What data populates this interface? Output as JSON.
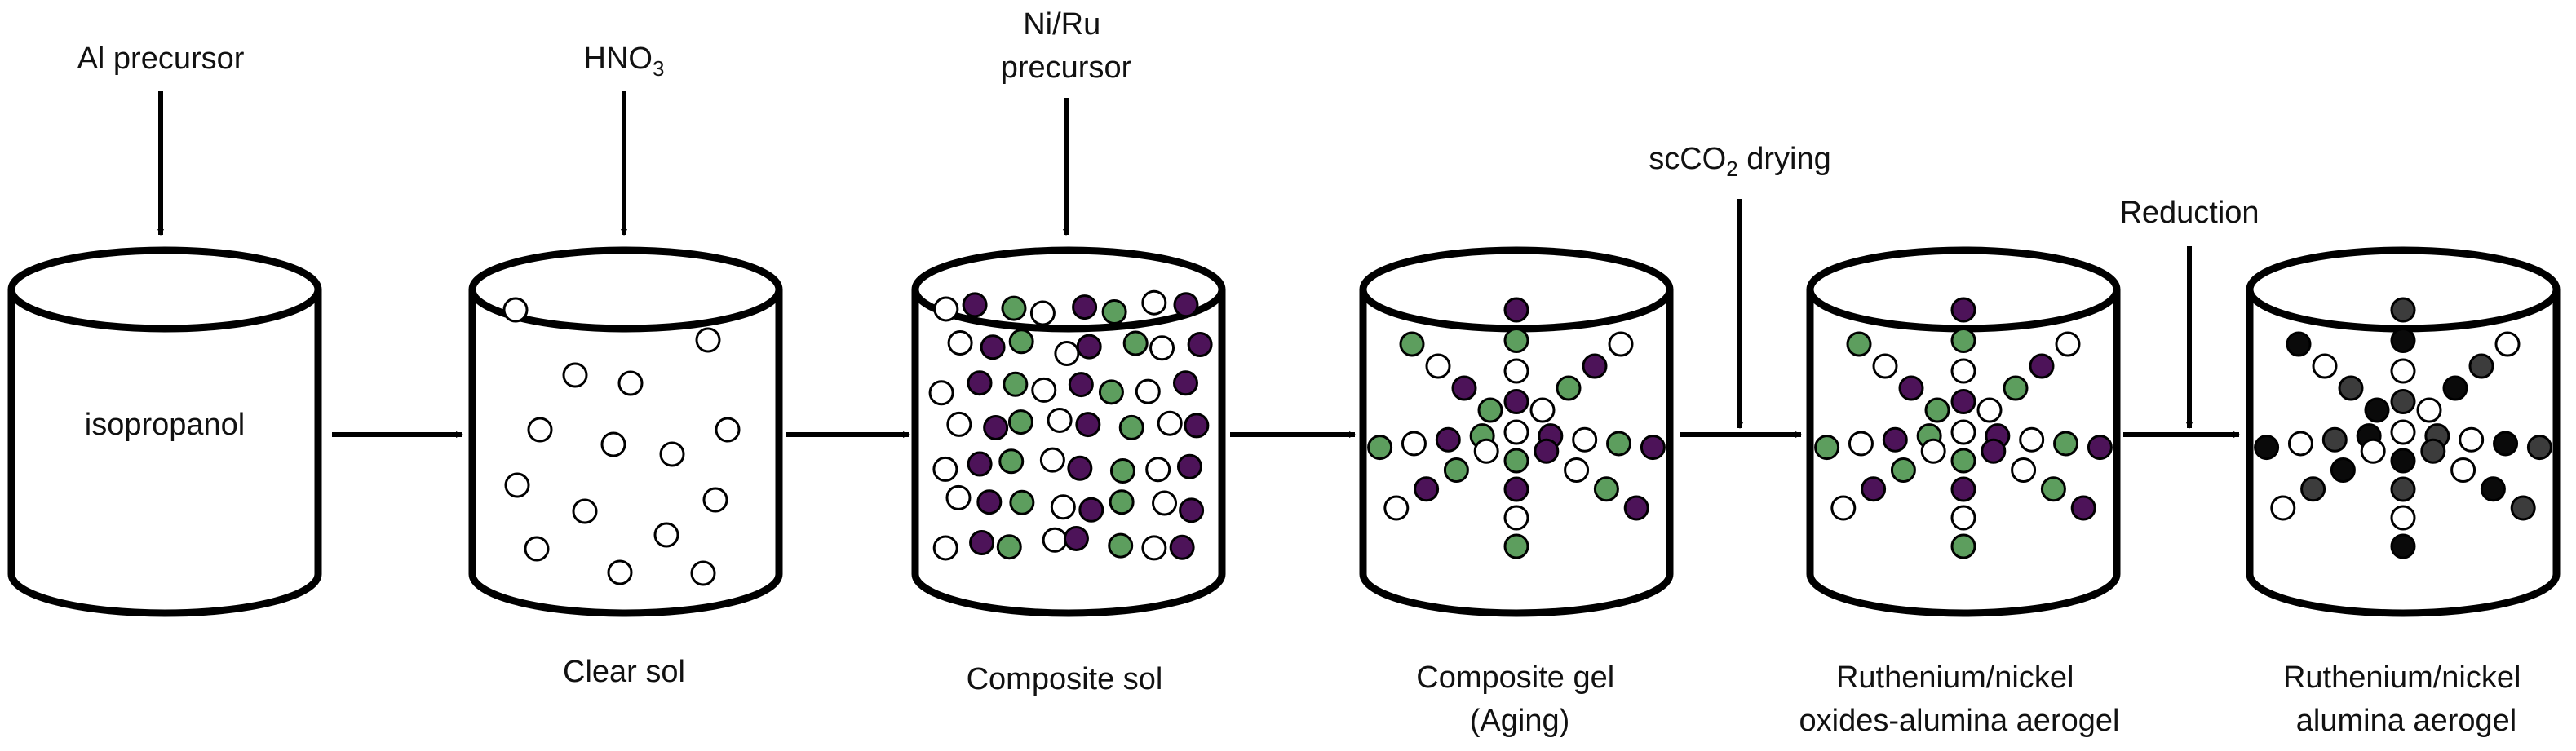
{
  "diagram": {
    "inputs": [
      {
        "text": "Al precursor"
      },
      {
        "text": "HNO",
        "sub": "3"
      },
      {
        "lines": [
          "Ni/Ru",
          "precursor"
        ]
      },
      {
        "text": "scCO",
        "sub": "2",
        "tail": " drying"
      },
      {
        "text": "Reduction"
      }
    ],
    "vessels": [
      {
        "inner_label": "isopropanol",
        "caption": []
      },
      {
        "caption": [
          "Clear sol"
        ]
      },
      {
        "caption": [
          "Composite sol"
        ]
      },
      {
        "caption": [
          "Composite gel",
          "(Aging)"
        ]
      },
      {
        "caption": [
          "Ruthenium/nickel",
          "oxides-alumina aerogel"
        ]
      },
      {
        "caption": [
          "Ruthenium/nickel",
          "alumina aerogel"
        ]
      }
    ],
    "colors": {
      "outline": "#000000",
      "open_particle": "#ffffff",
      "green_particle": "#5d9e5e",
      "purple_particle": "#4d1359",
      "dark_grey_particle": "#3c3c3c",
      "black_particle": "#0a0a0a"
    }
  }
}
